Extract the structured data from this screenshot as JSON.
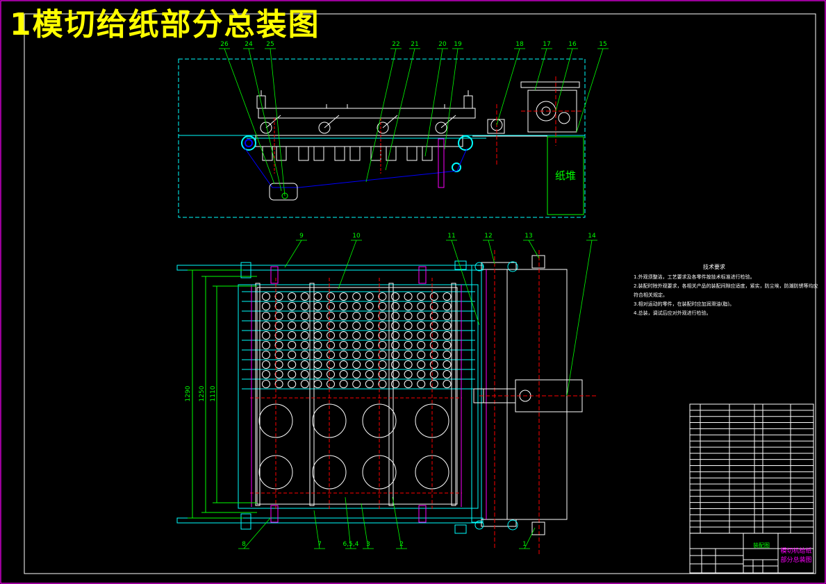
{
  "drawing": {
    "title": "1模切给纸部分总装图",
    "paper_stack_label": "纸堆",
    "dimensions": [
      "1290",
      "1250",
      "1110"
    ],
    "top_callouts": [
      "26",
      "24",
      "25",
      "22",
      "21",
      "20",
      "19",
      "18",
      "17",
      "16",
      "15"
    ],
    "plan_callouts": [
      "9",
      "10",
      "11",
      "12",
      "13",
      "14"
    ],
    "bottom_callouts": [
      "8",
      "7",
      "6,5,4",
      "3",
      "2",
      "1"
    ],
    "tech_requirements": {
      "heading": "技术要求",
      "items": [
        "1.外观须整洁，工艺要求及各零件按技术标准进行检验。",
        "2.装配时除外观要求，各相关产品的装配间隙应适度，紧实，防尘埃，防潮防锈等均应",
        "符合相关规定。",
        "3.相对运动的零件，在装配时应加润滑油(脂)。",
        "4.总装，调试后应对外观进行检验。"
      ]
    },
    "title_block": {
      "drawing_type": "装配图",
      "name_line1": "模切机给纸",
      "name_line2": "部分总装图"
    }
  },
  "colors": {
    "background": "#000000",
    "title": "#ffff00",
    "frame": "#ff00ff",
    "cyan": "#00ffff",
    "green": "#00ff00",
    "red": "#ff0000",
    "blue": "#0000ff",
    "yellow": "#ffff00",
    "white": "#ffffff"
  }
}
